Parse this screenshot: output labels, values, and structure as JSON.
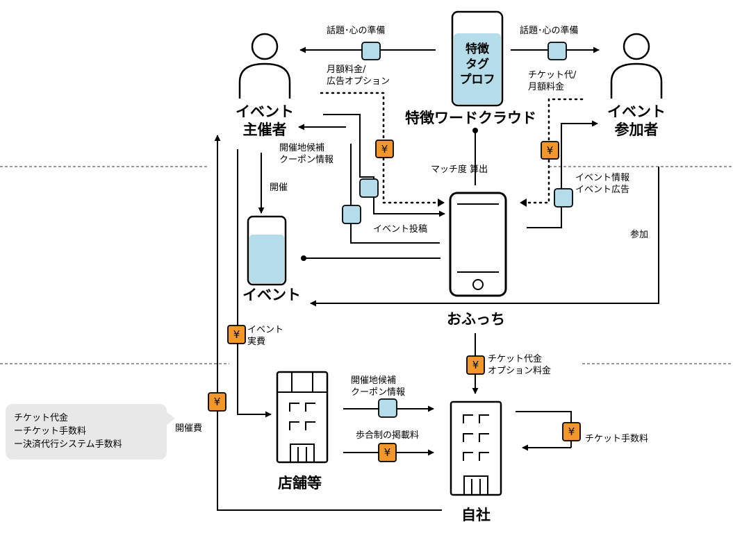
{
  "actors": {
    "organizer": [
      "イベント",
      "主催者"
    ],
    "participant": [
      "イベント",
      "参加者"
    ]
  },
  "nodes": {
    "tag_card": [
      "特徴",
      "タグ",
      "プロフ"
    ],
    "word_cloud": "特徴ワードクラウド",
    "app": "おふっち",
    "event": "イベント",
    "stores": "店舗等",
    "company": "自社"
  },
  "labels": {
    "topic_left": "話題･心の準備",
    "topic_right": "話題･心の準備",
    "monthly_fee_left": [
      "月額料金/",
      "広告オプション"
    ],
    "ticket_right": [
      "チケット代/",
      "月額料金"
    ],
    "venue_coupon_left": [
      "開催地候補",
      "クーポン情報"
    ],
    "match_score": "マッチ度 算出",
    "event_info": [
      "イベント情報",
      "イベント広告"
    ],
    "host": "開催",
    "event_post": "イベント投稿",
    "participate": "参加",
    "event_cost": [
      "イベント",
      "実費"
    ],
    "ticket_option": [
      "チケット代金",
      "オプション料金"
    ],
    "venue_coupon_bottom": [
      "開催地候補",
      "クーポン情報"
    ],
    "commission_fee": "歩合制の掲載料",
    "ticket_fee": "チケット手数料",
    "hosting_fee": "開催費"
  },
  "note": [
    "チケット代金",
    "ーチケット手数料",
    "ー決済代行システム手数料"
  ],
  "icons": {
    "yen": "¥",
    "message": "message-square-icon",
    "person": "person-icon",
    "phone": "smartphone-icon",
    "building": "building-icon",
    "cup": "glass-icon"
  },
  "colors": {
    "info_box": "#b4dce9",
    "yen_box": "#f2982b",
    "liquid": "#b4dce9",
    "note_bg": "#e8e8e8"
  }
}
